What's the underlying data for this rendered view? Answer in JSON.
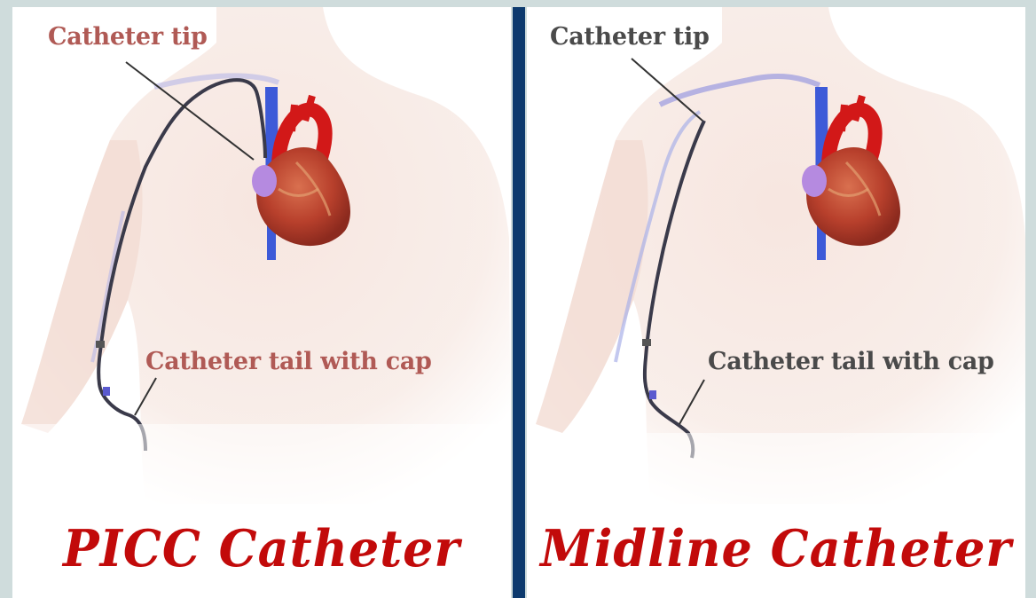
{
  "colors": {
    "background": "#cfdcdc",
    "divider": "#0d3a6e",
    "title": "#c20a0a",
    "left_labels": "#b05a55",
    "right_labels": "#4a4a4a"
  },
  "left": {
    "label_tip": "Catheter tip",
    "label_tail": "Catheter tail with cap",
    "title": "PICC Catheter"
  },
  "right": {
    "label_tip": "Catheter tip",
    "label_tail": "Catheter tail with cap",
    "title": "Midline Catheter"
  }
}
